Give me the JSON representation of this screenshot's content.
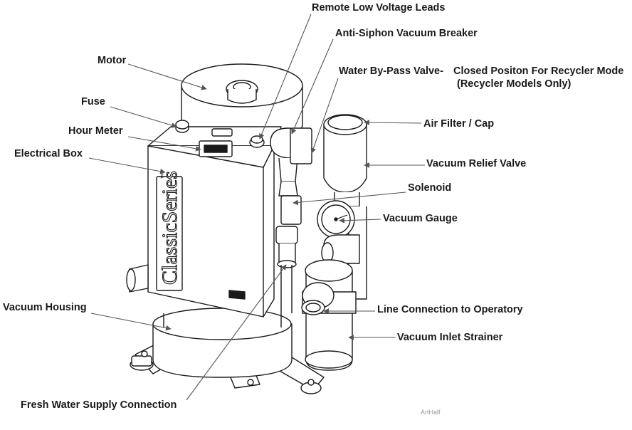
{
  "labels": {
    "remote_low_voltage_leads": "Remote Low Voltage Leads",
    "anti_siphon": "Anti-Siphon Vacuum Breaker",
    "water_bypass_valve": "Water By-Pass Valve-",
    "closed_position": "Closed Positon For Recycler Mode",
    "recycler_models_only": "(Recycler Models Only)",
    "motor": "Motor",
    "fuse": "Fuse",
    "hour_meter": "Hour Meter",
    "electrical_box": "Electrical Box",
    "air_filter_cap": "Air Filter / Cap",
    "vacuum_relief_valve": "Vacuum Relief Valve",
    "solenoid": "Solenoid",
    "vacuum_gauge": "Vacuum Gauge",
    "line_connection": "Line Connection to Operatory",
    "vacuum_inlet_strainer": "Vacuum Inlet Strainer",
    "vacuum_housing": "Vacuum Housing",
    "fresh_water_supply": "Fresh Water Supply Connection"
  },
  "unit_branding": {
    "series_name": "ClassicSeries",
    "trademark": "™"
  },
  "watermark": "ArtHalf",
  "colors": {
    "line": "#1a1a1a",
    "leader": "#555555",
    "label": "#1a1a1a"
  }
}
